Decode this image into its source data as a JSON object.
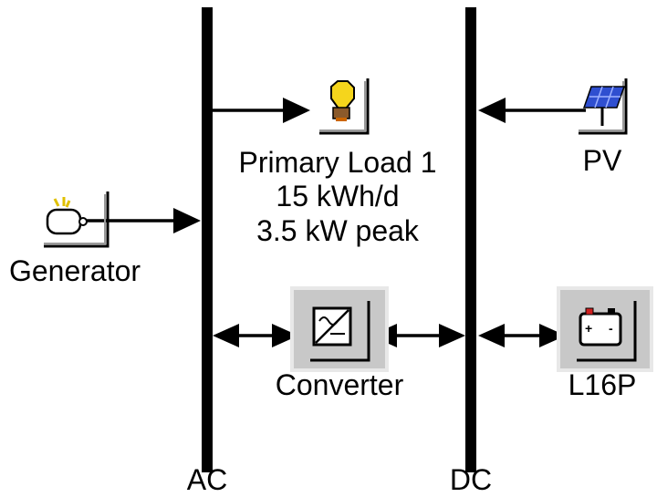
{
  "buses": {
    "ac": {
      "label": "AC"
    },
    "dc": {
      "label": "DC"
    }
  },
  "components": {
    "primary_load": {
      "name": "Primary Load 1",
      "energy": "15 kWh/d",
      "peak": "3.5 kW peak",
      "icon": "lightbulb-icon"
    },
    "pv": {
      "name": "PV",
      "icon": "solar-panel-icon"
    },
    "generator": {
      "name": "Generator",
      "icon": "generator-icon"
    },
    "converter": {
      "name": "Converter",
      "icon": "converter-icon"
    },
    "battery": {
      "name": "L16P",
      "icon": "battery-icon"
    }
  },
  "colors": {
    "bus": "#000000",
    "bulb": "#f5d51c",
    "solar_panel": "#2f4fd0",
    "button_gray": "#c8c8c8"
  }
}
